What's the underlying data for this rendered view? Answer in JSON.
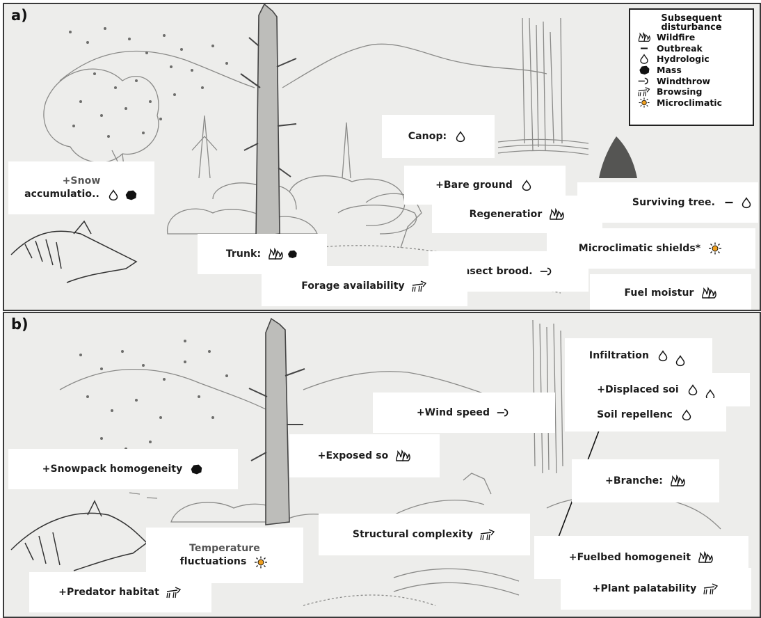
{
  "panels": [
    {
      "id": "a",
      "label": "a)",
      "legend": {
        "title": "Subsequent disturbance",
        "items": [
          {
            "icon": "wildfire-icon",
            "label": "Wildfire"
          },
          {
            "icon": "outbreak-icon",
            "label": "Outbreak"
          },
          {
            "icon": "hydrologic-icon",
            "label": "Hydrologic"
          },
          {
            "icon": "mass-icon",
            "label": "Mass"
          },
          {
            "icon": "windthrow-icon",
            "label": "Windthrow"
          },
          {
            "icon": "browsing-icon",
            "label": "Browsing"
          },
          {
            "icon": "microclimatic-icon",
            "label": "Microclimatic"
          }
        ]
      },
      "labels": [
        {
          "text": "+Snow accumulatio..",
          "lines": [
            "+Snow",
            "accumulatio.."
          ],
          "icons": [
            "hydrologic-icon",
            "mass-icon"
          ]
        },
        {
          "text": "Canop:",
          "icons": [
            "hydrologic-icon"
          ]
        },
        {
          "text": "+Bare ground",
          "icons": [
            "hydrologic-icon"
          ]
        },
        {
          "text": "Regeneratior",
          "icons": [
            "wildfire-icon"
          ]
        },
        {
          "text": "Surviving tree.",
          "icons": [
            "outbreak-icon",
            "hydrologic-icon"
          ]
        },
        {
          "text": "Trunk:",
          "icons": [
            "wildfire-icon",
            "mass-icon"
          ]
        },
        {
          "text": "Microclimatic shields*",
          "icons": [
            "microclimatic-icon"
          ]
        },
        {
          "text": "nsect brood.",
          "icons": [
            "windthrow-icon"
          ]
        },
        {
          "text": "Forage availability",
          "icons": [
            "browsing-icon"
          ]
        },
        {
          "text": "Fuel moistur",
          "icons": [
            "wildfire-icon"
          ]
        }
      ]
    },
    {
      "id": "b",
      "label": "b)",
      "labels": [
        {
          "text": "Infiltration",
          "icons": [
            "hydrologic-icon",
            "hydrologic-icon"
          ]
        },
        {
          "text": "+Displaced soi",
          "icons": [
            "hydrologic-icon",
            "hydrologic-icon"
          ]
        },
        {
          "text": "Soil repellenc",
          "icons": [
            "hydrologic-icon"
          ]
        },
        {
          "text": "+Wind speed",
          "icons": [
            "windthrow-icon"
          ]
        },
        {
          "text": "+Exposed so",
          "icons": [
            "wildfire-icon"
          ]
        },
        {
          "text": "+Snowpack homogeneity",
          "icons": [
            "mass-icon"
          ]
        },
        {
          "text": "+Branche:",
          "icons": [
            "wildfire-icon"
          ]
        },
        {
          "text": "Structural complexity",
          "icons": [
            "browsing-icon"
          ]
        },
        {
          "text": "Temperature fluctuations",
          "lines": [
            "Temperature",
            "fluctuations"
          ],
          "icons": [
            "microclimatic-icon"
          ]
        },
        {
          "text": "+Fuelbed homogeneit",
          "icons": [
            "wildfire-icon"
          ]
        },
        {
          "text": "+Predator habitat",
          "icons": [
            "browsing-icon"
          ]
        },
        {
          "text": "+Plant palatability",
          "icons": [
            "browsing-icon"
          ]
        }
      ]
    }
  ]
}
